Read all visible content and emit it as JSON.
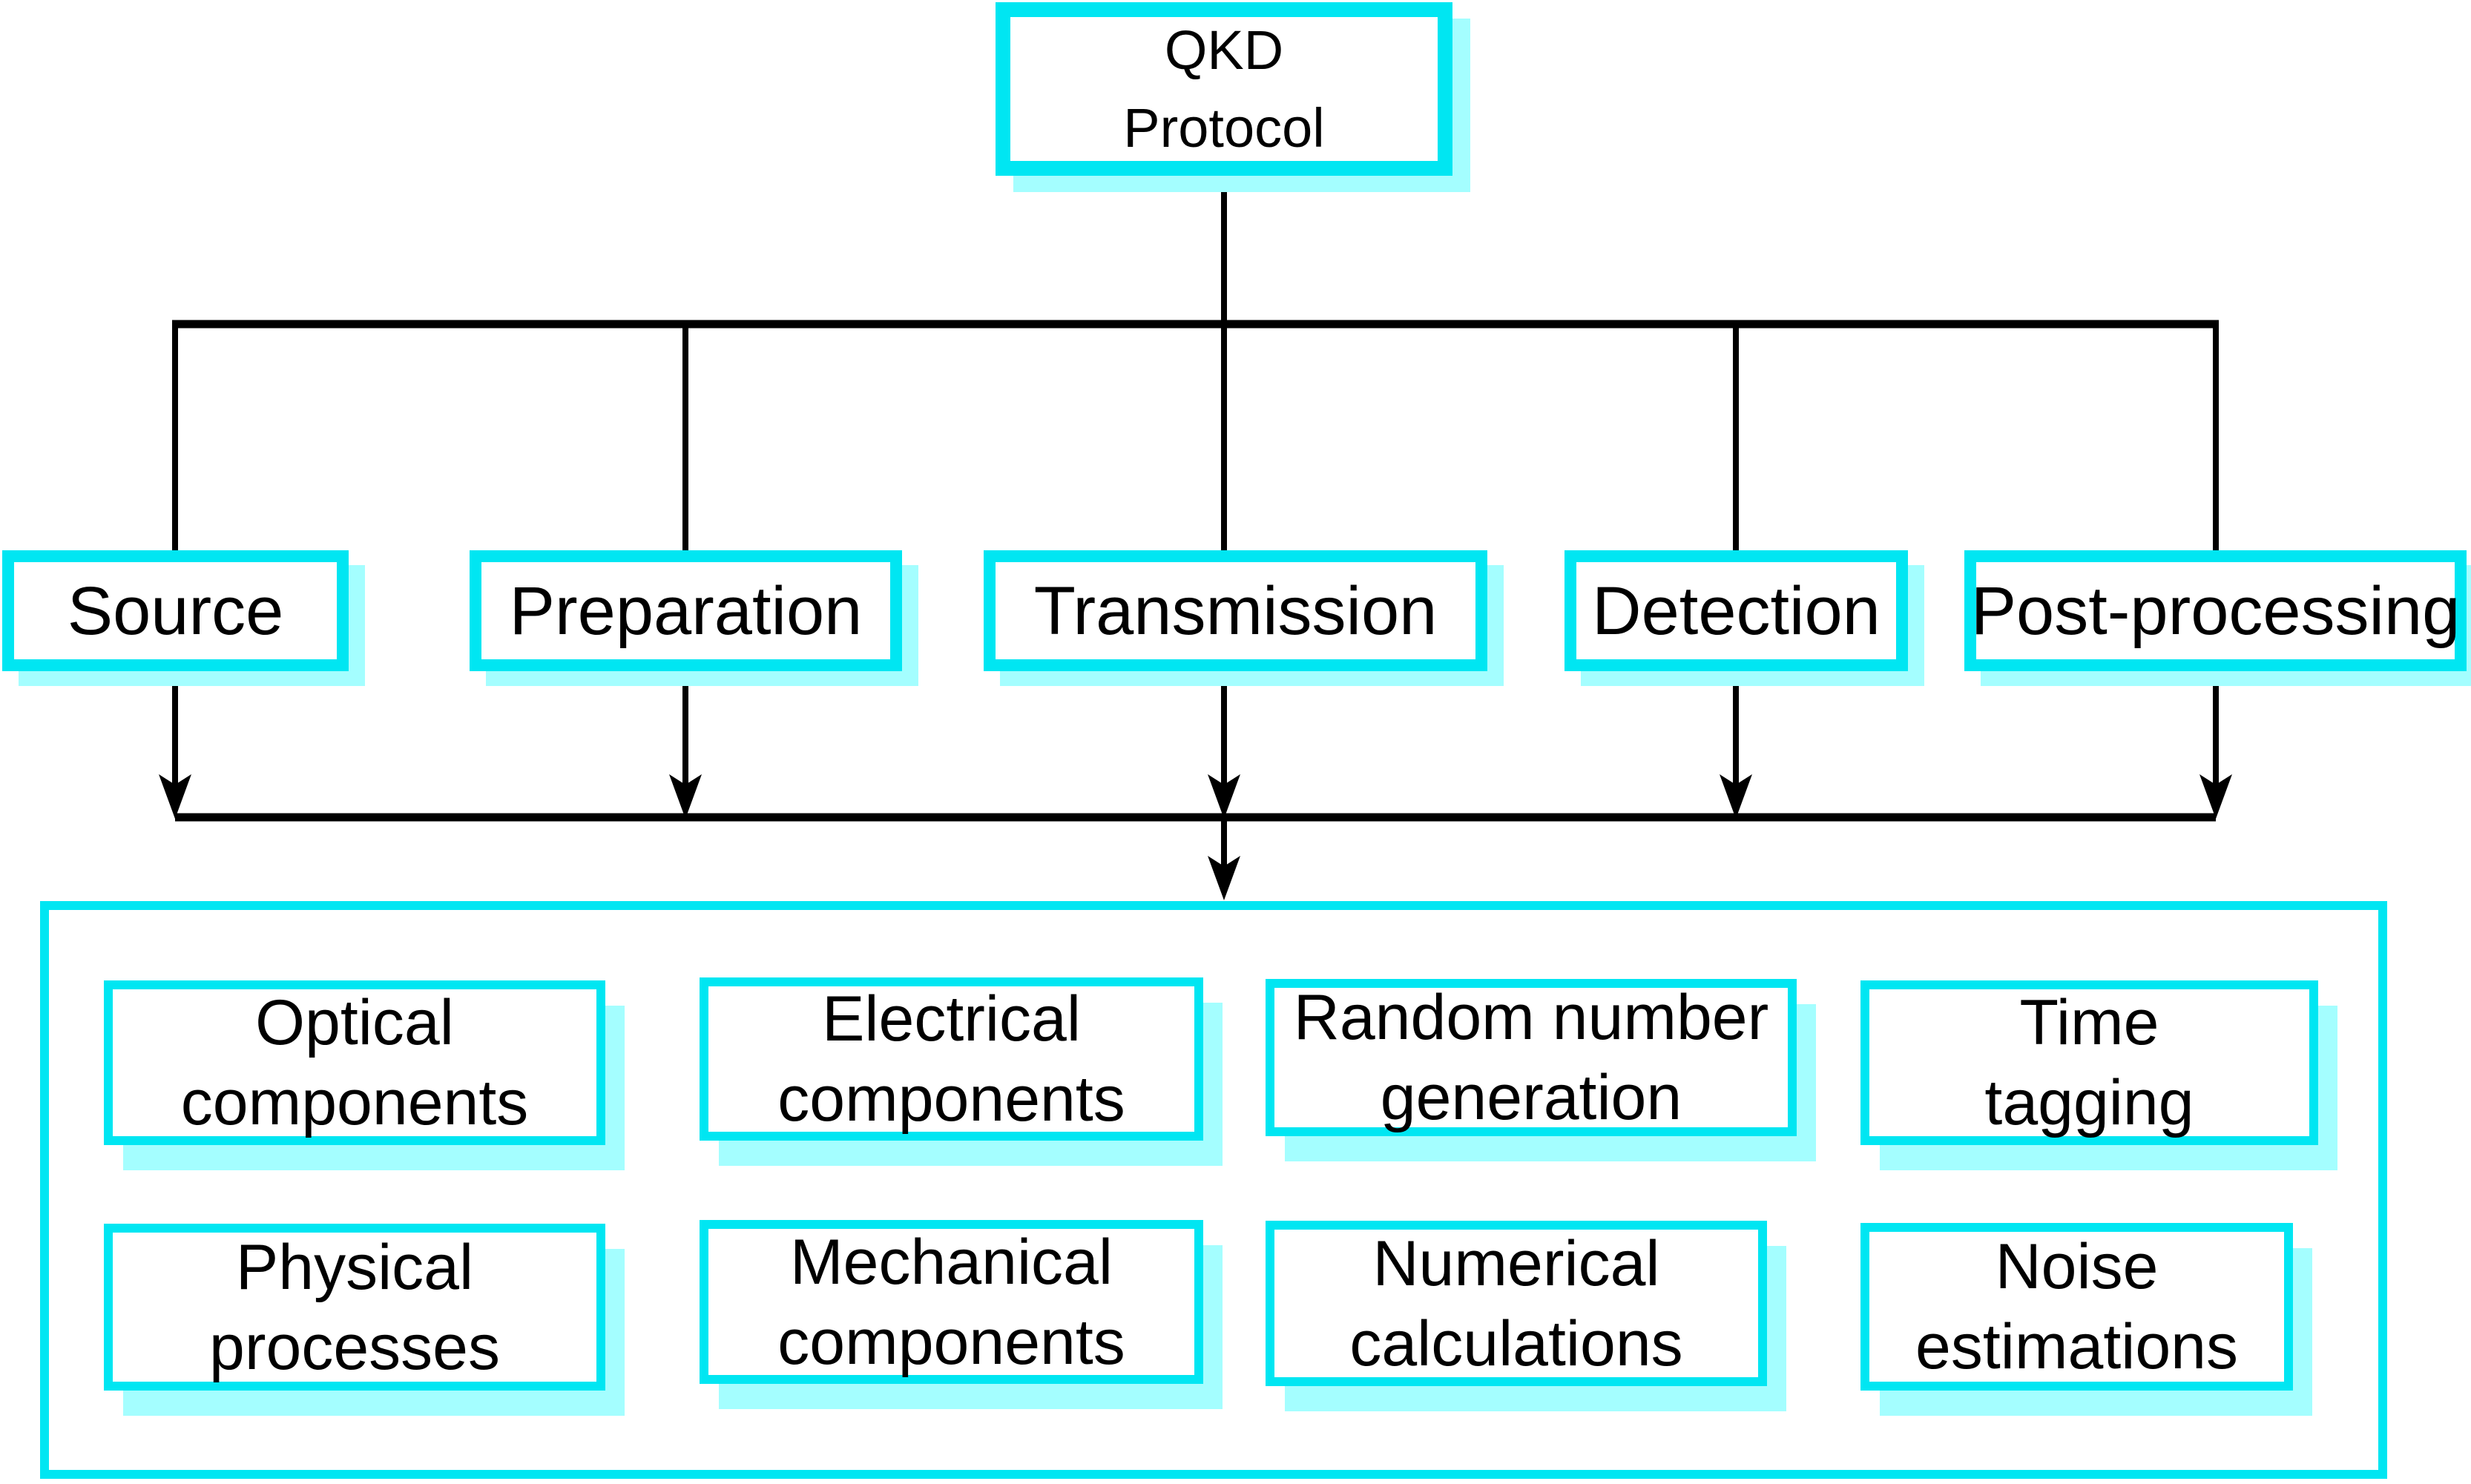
{
  "colors": {
    "box_border": "#00e6f2",
    "box_shadow": "#a4feff",
    "connector": "#000000",
    "box_fill": "#ffffff",
    "text": "#000000",
    "background": "#ffffff"
  },
  "root_node": {
    "lines": [
      "QKD",
      "Protocol"
    ]
  },
  "stages": [
    {
      "label": "Source"
    },
    {
      "label": "Preparation"
    },
    {
      "label": "Transmission"
    },
    {
      "label": "Detection"
    },
    {
      "label": "Post-processing"
    }
  ],
  "modules": [
    {
      "lines": [
        "Optical",
        "components"
      ]
    },
    {
      "lines": [
        "Electrical",
        "components"
      ]
    },
    {
      "lines": [
        "Random number",
        "generation"
      ]
    },
    {
      "lines": [
        "Time",
        "tagging"
      ]
    },
    {
      "lines": [
        "Physical",
        "processes"
      ]
    },
    {
      "lines": [
        "Mechanical",
        "components"
      ]
    },
    {
      "lines": [
        "Numerical",
        "calculations"
      ]
    },
    {
      "lines": [
        "Noise",
        "estimations"
      ]
    }
  ]
}
